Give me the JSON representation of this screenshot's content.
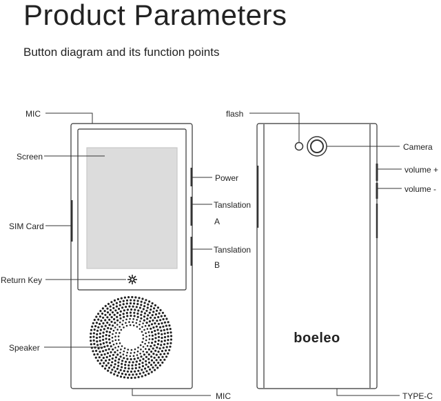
{
  "header": {
    "title": "Product Parameters",
    "subtitle": "Button diagram and its function points"
  },
  "front_labels": {
    "mic_top": "MIC",
    "screen": "Screen",
    "sim_card": "SIM Card",
    "return_key": "Return Key",
    "speaker": "Speaker",
    "mic_bottom": "MIC",
    "power": "Power",
    "translation_a_line1": "Tanslation",
    "translation_a_line2": "A",
    "translation_b_line1": "Tanslation",
    "translation_b_line2": "B"
  },
  "back_labels": {
    "flash": "flash",
    "camera": "Camera",
    "volume_up": "volume +",
    "volume_down": "volume -",
    "type_c": "TYPE-C",
    "brand_logo": "boeleo"
  },
  "colors": {
    "outline": "#333333",
    "screen_fill": "#dcdcdc",
    "text": "#222222"
  }
}
